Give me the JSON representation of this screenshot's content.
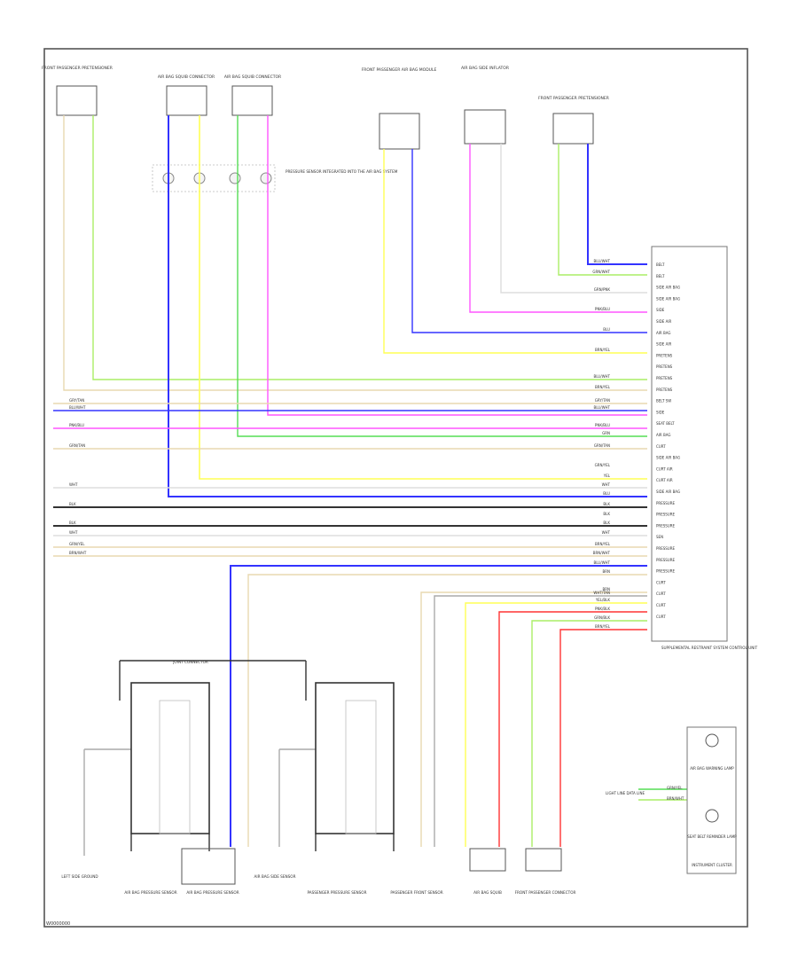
{
  "page_code": "W0000000",
  "colors": {
    "frame": "#555555",
    "wire_black": "#333333",
    "wire_gray": "#aaaaaa",
    "blue": "#3333ff",
    "green": "#55dd55",
    "yellow": "#ffff55",
    "pink": "#ff55ff",
    "red": "#ff3333",
    "tan": "#e8d8b0",
    "light_green": "#aaee66",
    "white_wire": "#dddddd"
  },
  "top_components": {
    "front_pretensioner_left": "FRONT PASSENGER PRETENSIONER",
    "airbag_left_1": "AIR BAG SQUIB CONNECTOR",
    "airbag_left_2": "AIR BAG SQUIB CONNECTOR",
    "passenger_module": "FRONT PASSENGER AIR BAG MODULE",
    "side_airbag": "AIR BAG SIDE INFLATOR",
    "front_pretensioner_right": "FRONT PASSENGER PRETENSIONER",
    "shorting_note": "PRESSURE SENSOR INTEGRATED INTO THE AIR BAG SYSTEM"
  },
  "module_label": "SUPPLEMENTAL RESTRAINT SYSTEM CONTROL UNIT",
  "module_pins": [
    "BELT",
    "BELT",
    "SIDE AIR BAG",
    "SIDE AIR BAG",
    "SIDE",
    "SIDE AIR",
    "AIR BAG",
    "SIDE AIR",
    "PRETENS",
    "PRETENS",
    "PRETENS",
    "PRETENS",
    "BELT SW",
    "SIDE",
    "SEAT BELT",
    "AIR BAG",
    "CURT",
    "SIDE AIR BAG",
    "CURT AIR",
    "CURT AIR",
    "SIDE AIR BAG",
    "PRESSURE",
    "PRESSURE",
    "PRESSURE",
    "SEN",
    "PRESSURE",
    "PRESSURE",
    "PRESSURE",
    "CURT",
    "CURT",
    "CURT",
    "CURT"
  ],
  "left_wire_labels": [
    "GRY/TAN",
    "BLU/WHT",
    "PNK/BLU",
    "GRN/TAN",
    "WHT",
    "BLK",
    "BLK",
    "WHT",
    "GRN/YEL",
    "BRN/WHT"
  ],
  "right_wire_labels": [
    "BLU/WHT",
    "GRN/WHT",
    "GRN/PNK",
    "PNK/BLU",
    "BLU",
    "BRN/YEL",
    "BLU/WHT",
    "BRN/YEL",
    "GRY/TAN",
    "BLU/WHT",
    "PNK/BLU",
    "GRN",
    "GRN/TAN",
    "GRN/YEL",
    "YEL",
    "WHT",
    "BLU",
    "BLK",
    "BLK",
    "BLK",
    "WHT",
    "BRN/YEL",
    "BRN/WHT",
    "BLU/WHT",
    "BRN",
    "BRN",
    "WHT/TAN",
    "YEL/BLK",
    "PNK/BLK",
    "GRN/BLK",
    "BRN/YEL"
  ],
  "splice_note": "JOINT CONNECTOR",
  "bottom_components": {
    "b1": "LEFT SIDE GROUND",
    "b2": "AIR BAG PRESSURE SENSOR",
    "b3": "AIR BAG PRESSURE SENSOR",
    "b4": "AIR BAG SIDE SENSOR",
    "b5": "PASSENGER PRESSURE SENSOR",
    "b6": "PASSENGER FRONT SENSOR",
    "b7": "AIR BAG SQUIB",
    "b8": "FRONT PASSENGER CONNECTOR"
  },
  "right_box": {
    "label": "INSTRUMENT CLUSTER",
    "lamp1": "AIR BAG WARNING LAMP",
    "lamp2": "SEAT BELT REMINDER LAMP",
    "wire1": "GRN/YEL",
    "wire2": "BRN/WHT",
    "note": "LIGHT LINE DATA LINE"
  }
}
